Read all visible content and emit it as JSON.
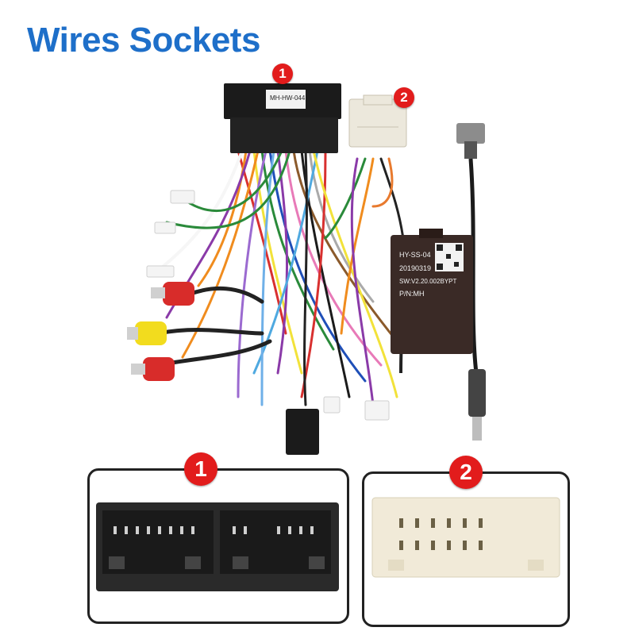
{
  "header": {
    "title": "Wires Sockets"
  },
  "markers": {
    "one": "1",
    "two": "2"
  },
  "main_connector": {
    "label": "MH-HW-044"
  },
  "module": {
    "line1": "HY-SS-04",
    "line2": "20190319",
    "line3": "SW:V2.20.002BYPT",
    "line4": "P/N:MH"
  },
  "colors": {
    "title": "#1e6fc9",
    "badge": "#e21c1c",
    "connector_black": "#1b1b1b",
    "connector_white": "#ece8dc",
    "module_body": "#3a2a26"
  },
  "icons": [
    "badge-one-icon",
    "badge-two-icon"
  ]
}
